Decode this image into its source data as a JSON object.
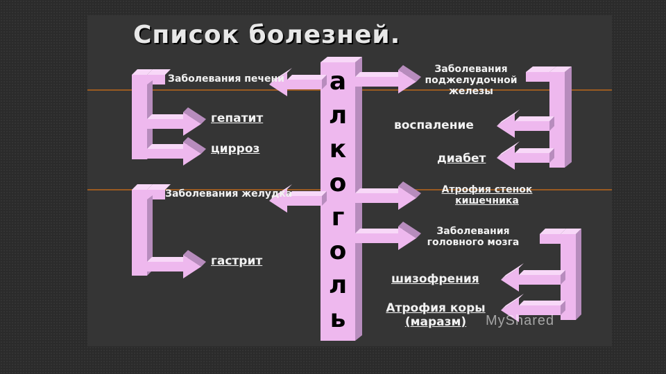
{
  "title": "Список болезней.",
  "center_word": [
    "а",
    "л",
    "к",
    "о",
    "г",
    "о",
    "л",
    "ь"
  ],
  "left": {
    "liver_group": "Заболевания печени",
    "hepatitis": "гепатит",
    "cirrhosis": "цирроз",
    "stomach_group": "Заболевания желудка",
    "gastritis": "гастрит"
  },
  "right": {
    "pancreas_group": "Заболевания поджелудочной железы",
    "inflammation": "воспаление",
    "diabetes": "диабет",
    "intestine_atrophy": "Атрофия стенок кишечника",
    "brain_group": "Заболевания головного мозга",
    "schizophrenia": "шизофрения",
    "cortex_atrophy": "Атрофия коры (маразм)"
  },
  "watermark": "MyShared",
  "colors": {
    "arrow_front": "#eeb8ee",
    "arrow_side": "#b78cbd",
    "arrow_top": "#f8d8f8",
    "slide_bg": "#353535"
  }
}
